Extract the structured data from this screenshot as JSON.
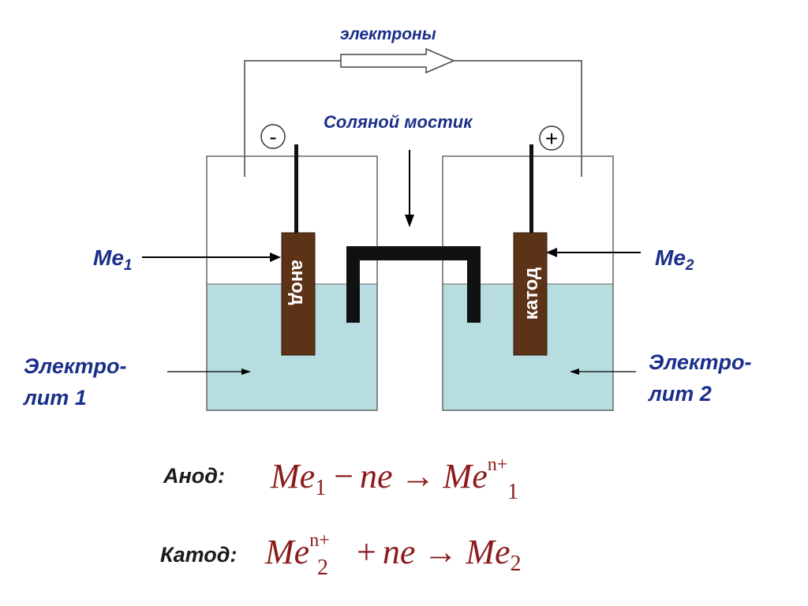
{
  "labels": {
    "electrons": "электроны",
    "salt_bridge": "Соляной мостик",
    "minus": "-",
    "plus": "+",
    "me": "Me",
    "me1_sub": "1",
    "me2_sub": "2",
    "anode": "анод",
    "cathode": "катод",
    "electrolyte_line1": "Электро-",
    "electrolyte1_line2": "лит 1",
    "electrolyte2_line2": "лит 2"
  },
  "equations": {
    "anode": {
      "label": "Анод:",
      "me": "Me",
      "sub1": "1",
      "minus": "−",
      "ne": "ne",
      "arrow": "→",
      "result": "Me",
      "result_sub": "1",
      "result_sup": "n+"
    },
    "cathode": {
      "label": "Катод:",
      "me": "Me",
      "sub": "2",
      "sup": "n+",
      "plus": "+",
      "ne": "ne",
      "arrow": "→",
      "result": "Me",
      "result_sub": "2"
    }
  },
  "colors": {
    "electrolyte": "#b7dde0",
    "electrode": "#5c3317",
    "text_blue": "#1a2f8a",
    "equation_red": "#8b1a1a"
  }
}
